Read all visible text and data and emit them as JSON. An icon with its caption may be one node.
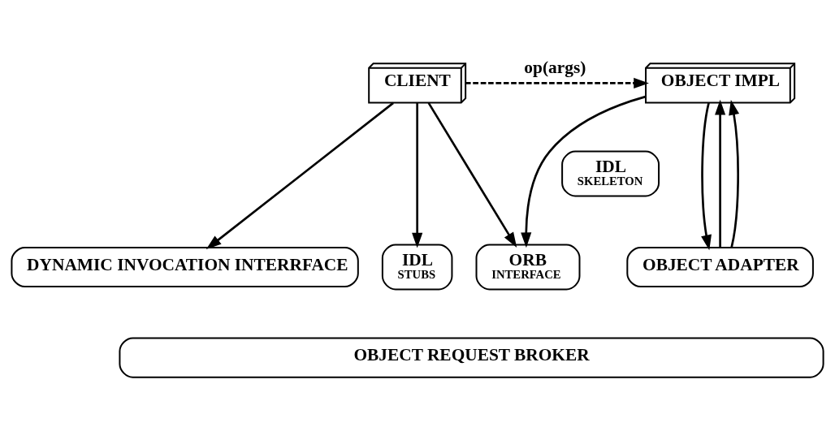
{
  "diagram": {
    "nodes": [
      {
        "text": [
          "CLIENT"
        ]
      },
      {
        "text": [
          "OBJECT IMPL"
        ]
      },
      {
        "text": [
          "IDL",
          "SKELETON"
        ]
      },
      {
        "text": [
          "DYNAMIC INVOCATION INTERRFACE"
        ]
      },
      {
        "text": [
          "IDL",
          "STUBS"
        ]
      },
      {
        "text": [
          "ORB",
          "INTERFACE"
        ]
      },
      {
        "text": [
          "OBJECT ADAPTER"
        ]
      },
      {
        "text": [
          "OBJECT REQUEST BROKER"
        ]
      }
    ],
    "edges": [
      {
        "from": 0,
        "to": 1,
        "arrow": "to",
        "label": "op(args)",
        "style": "dashed"
      },
      {
        "from": 0,
        "to": 3,
        "arrow": "to"
      },
      {
        "from": 0,
        "to": 4,
        "arrow": "to"
      },
      {
        "from": 0,
        "to": 5,
        "arrow": "to"
      },
      {
        "from": 1,
        "to": 5,
        "arrow": "to"
      },
      {
        "from": 6,
        "to": 1,
        "arrow": "to"
      },
      {
        "from": 1,
        "to": 6,
        "arrow": "to"
      },
      {
        "from": 6,
        "to": 1,
        "arrow": "to"
      }
    ]
  }
}
